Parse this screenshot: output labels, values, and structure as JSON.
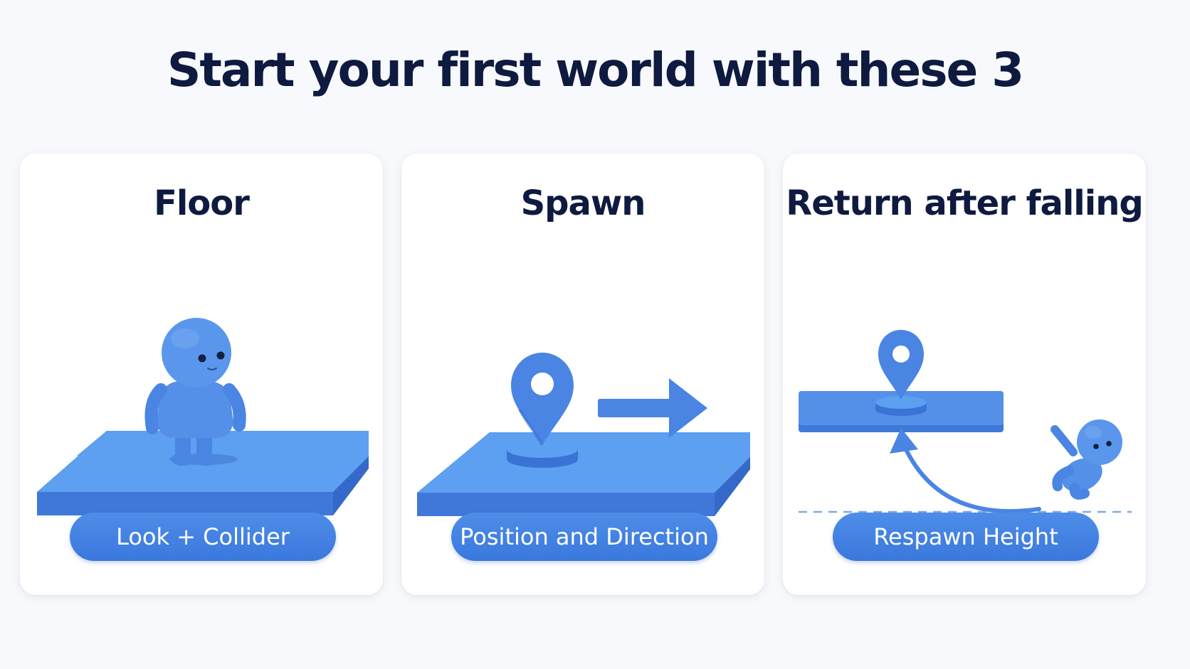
{
  "headline": "Start your first world with these 3",
  "colors": {
    "accent": "#4a85e3",
    "accent_dark": "#3468c9",
    "title": "#0e1a3f",
    "card_bg": "#ffffff",
    "page_bg": "#f8f9fc"
  },
  "cards": [
    {
      "title": "Floor",
      "illustration": "character-on-platform",
      "tag": "Look + Collider"
    },
    {
      "title": "Spawn",
      "illustration": "spawn-pin-with-direction-arrow",
      "tag": "Position and Direction"
    },
    {
      "title": "Return after falling",
      "illustration": "falling-character-returns-to-platform",
      "tag": "Respawn Height"
    }
  ]
}
